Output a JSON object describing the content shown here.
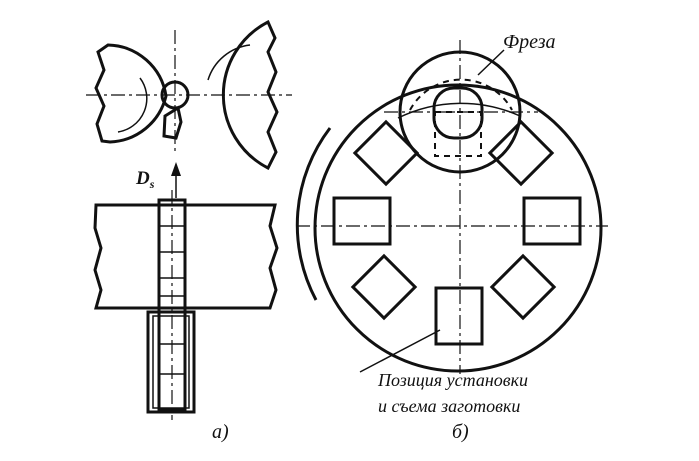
{
  "figure": {
    "part_a": {
      "caption": "а)",
      "feed_symbol": "D",
      "feed_subscript": "s"
    },
    "part_b": {
      "caption": "б)",
      "cutter_label": "Фреза",
      "position_label_line1": "Позиция установки",
      "position_label_line2": "и съема заготовки",
      "workpiece_slots": 7
    }
  }
}
